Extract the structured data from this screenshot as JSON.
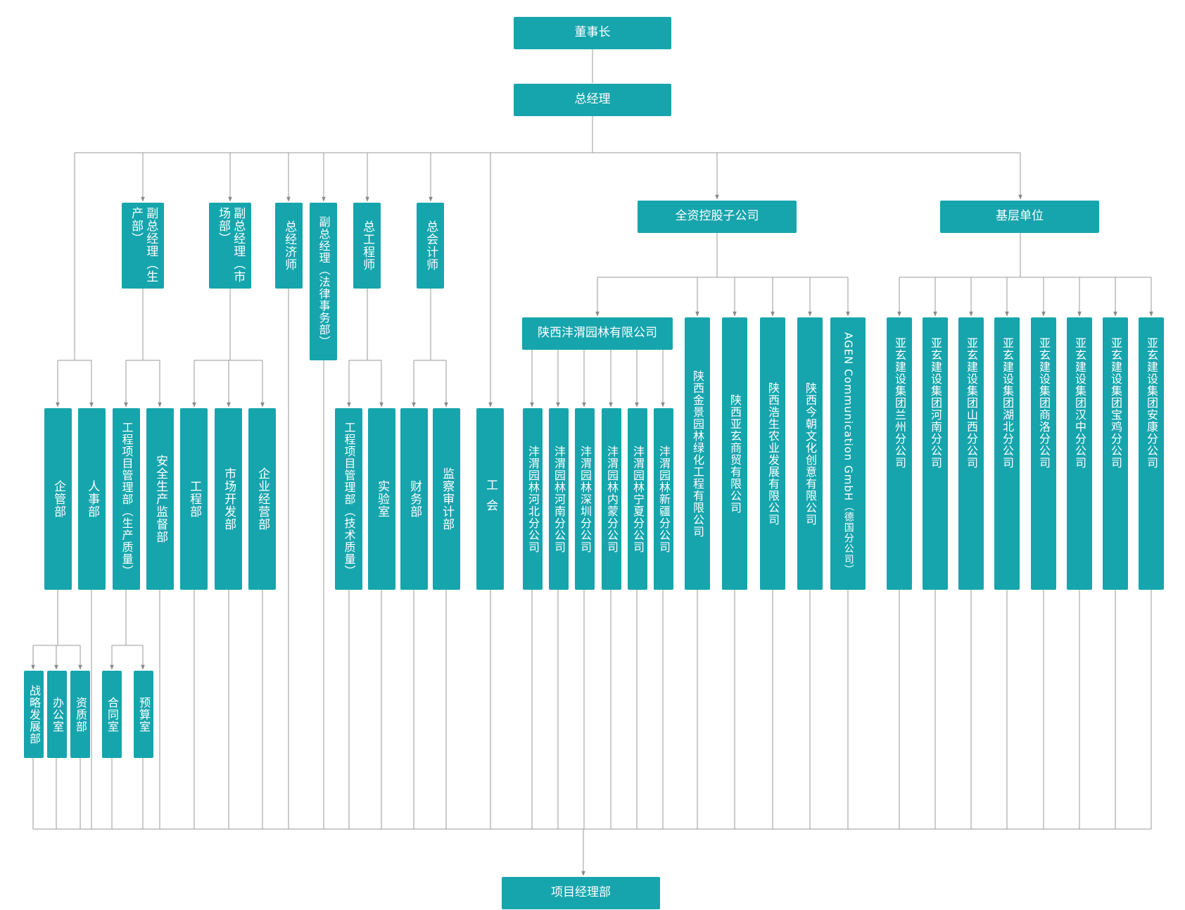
{
  "nodes": {
    "chairman": "董事长",
    "general_manager": "总经理",
    "vp_production": "副总经理（生产部）",
    "vp_market": "副总经理（市场部）",
    "chief_economist": "总经济师",
    "vp_legal": "副总经理（法律事务部）",
    "chief_engineer": "总工程师",
    "chief_accountant": "总会计师",
    "wholly_owned": "全资控股子公司",
    "grassroots": "基层单位",
    "shaanxi_fengwei": "陕西沣渭园林有限公司",
    "jinjing": "陕西金景园林绿化工程有限公司",
    "yaxuan_trade": "陕西亚玄商贸有限公司",
    "haosheng": "陕西浩生农业发展有限公司",
    "jinchao": "陕西今朝文化创意有限公司",
    "agen_name": "AGEN Communication GmbH",
    "agen_sub": "（德国分公司）",
    "enterprise_mgmt": "企管部",
    "hr": "人事部",
    "project_mgmt_prod": "工程项目管理部（生产质量）",
    "safety": "安全生产监督部",
    "engineering": "工程部",
    "market_dev": "市场开发部",
    "business_ops": "企业经营部",
    "project_mgmt_tech": "工程项目管理部（技术质量）",
    "lab": "实验室",
    "finance": "财务部",
    "audit": "监察审计部",
    "union": "工会",
    "fw_hebei": "沣渭园林河北分公司",
    "fw_henan": "沣渭园林河南分公司",
    "fw_shenzhen": "沣渭园林深圳分公司",
    "fw_neimeng": "沣渭园林内蒙分公司",
    "fw_ningxia": "沣渭园林宁夏分公司",
    "fw_xinjiang": "沣渭园林新疆分公司",
    "yx_lanzhou": "亚玄建设集团兰州分公司",
    "yx_henan": "亚玄建设集团河南分公司",
    "yx_shanxi": "亚玄建设集团山西分公司",
    "yx_hubei": "亚玄建设集团湖北分公司",
    "yx_shangluo": "亚玄建设集团商洛分公司",
    "yx_hanzhong": "亚玄建设集团汉中分公司",
    "yx_baoji": "亚玄建设集团宝鸡分公司",
    "yx_ankang": "亚玄建设集团安康分公司",
    "strategy": "战略发展部",
    "office": "办公室",
    "qualification": "资质部",
    "contract": "合同室",
    "budget": "预算室",
    "project_dept": "项目经理部"
  },
  "colors": {
    "box": "#16a5ad",
    "text": "#ffffff",
    "line": "#9a9a9a"
  }
}
